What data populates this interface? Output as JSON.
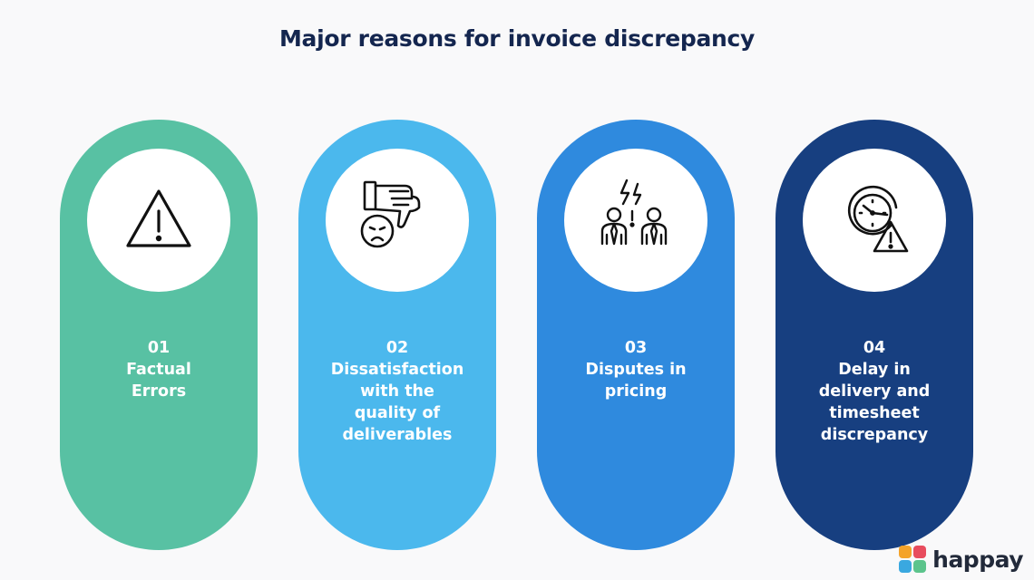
{
  "title": "Major reasons for invoice discrepancy",
  "cards": [
    {
      "number": "01",
      "lines": [
        "Factual",
        "Errors"
      ],
      "color": "#58c1a3",
      "icon": "warning-triangle-icon"
    },
    {
      "number": "02",
      "lines": [
        "Dissatisfaction",
        "with the",
        "quality of",
        "deliverables"
      ],
      "color": "#4bb8ed",
      "icon": "thumbs-down-sad-face-icon"
    },
    {
      "number": "03",
      "lines": [
        "Disputes in",
        "pricing"
      ],
      "color": "#2f8ade",
      "icon": "people-arguing-icon"
    },
    {
      "number": "04",
      "lines": [
        "Delay in",
        "delivery and",
        "timesheet",
        "discrepancy"
      ],
      "color": "#173f80",
      "icon": "clock-warning-icon"
    }
  ],
  "brand": {
    "name": "happay",
    "icon": "happay-logo-icon"
  }
}
